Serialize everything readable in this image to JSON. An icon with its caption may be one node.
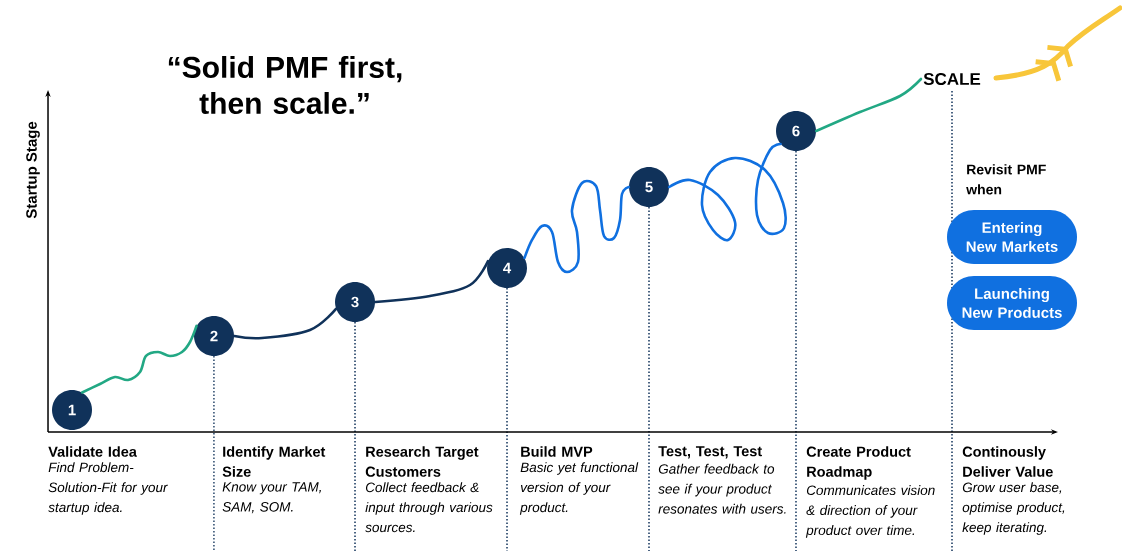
{
  "diagram": {
    "title": "“Solid PMF first, then scale.”",
    "nodes": [
      {
        "text": [
          "1"
        ]
      },
      {
        "text": [
          "2"
        ]
      },
      {
        "text": [
          "3"
        ]
      },
      {
        "text": [
          "4"
        ]
      },
      {
        "text": [
          "5"
        ]
      },
      {
        "text": [
          "6"
        ]
      },
      {
        "text": [
          "SCALE"
        ]
      },
      {
        "text": [
          "Entering New Markets"
        ]
      },
      {
        "text": [
          "Launching New Products"
        ]
      }
    ],
    "edges": [
      {
        "from": 0,
        "to": 1,
        "arrow": "none",
        "color": "#22a884"
      },
      {
        "from": 1,
        "to": 2,
        "arrow": "none",
        "color": "#10325a"
      },
      {
        "from": 2,
        "to": 3,
        "arrow": "none",
        "color": "#10325a"
      },
      {
        "from": 3,
        "to": 4,
        "arrow": "none",
        "color": "#1070e0"
      },
      {
        "from": 4,
        "to": 5,
        "arrow": "none",
        "color": "#1070e0"
      },
      {
        "from": 5,
        "to": 6,
        "arrow": "none",
        "color": "#22a884"
      }
    ],
    "labels": [
      "Startup Stage",
      "Validate Idea",
      "Find Problem-Solution-Fit for your startup idea.",
      "Identify Market Size",
      "Know your TAM, SAM, SOM.",
      "Research Target Customers",
      "Collect feedback & input through various sources.",
      "Build MVP",
      "Basic yet functional version of your product.",
      "Test, Test, Test",
      "Gather feedback to see if your product resonates with users.",
      "Create Product Roadmap",
      "Communicates vision & direction of your product over time.",
      "Continously Deliver Value",
      "Grow user base, optimise product, keep iterating.",
      "Revisit PMF when"
    ]
  }
}
